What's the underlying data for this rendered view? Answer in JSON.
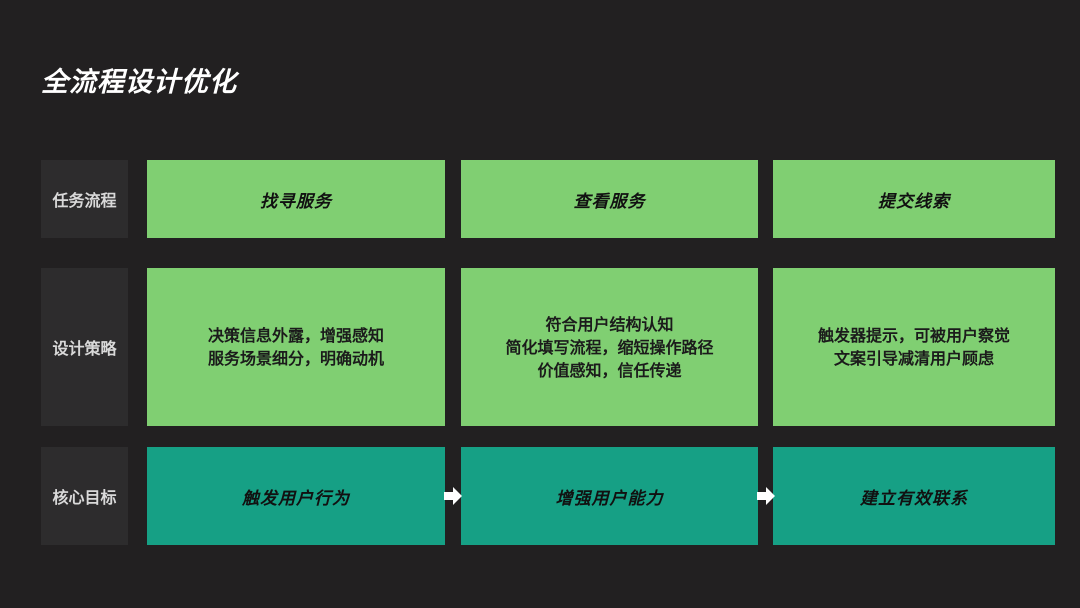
{
  "title": "全流程设计优化",
  "colors": {
    "background": "#222021",
    "label_bg": "#2d2c2d",
    "green": "#80cf72",
    "teal": "#16a085",
    "arrow": "#ffffff"
  },
  "rows": [
    {
      "label": "任务流程",
      "cells": [
        {
          "text": "找寻服务"
        },
        {
          "text": "查看服务"
        },
        {
          "text": "提交线索"
        }
      ]
    },
    {
      "label": "设计策略",
      "cells": [
        {
          "lines": [
            "决策信息外露，增强感知",
            "服务场景细分，明确动机"
          ]
        },
        {
          "lines": [
            "符合用户结构认知",
            "简化填写流程，缩短操作路径",
            "价值感知，信任传递"
          ]
        },
        {
          "lines": [
            "触发器提示，可被用户察觉",
            "文案引导减清用户顾虑"
          ]
        }
      ]
    },
    {
      "label": "核心目标",
      "cells": [
        {
          "text": "触发用户行为"
        },
        {
          "text": "增强用户能力"
        },
        {
          "text": "建立有效联系"
        }
      ],
      "arrows": [
        "arrow-right-icon",
        "arrow-right-icon"
      ]
    }
  ]
}
